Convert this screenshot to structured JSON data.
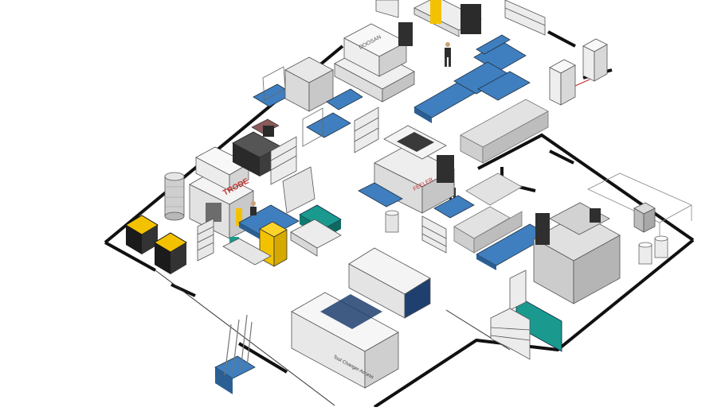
{
  "labels": {
    "machine_top": "DOOSAN",
    "machine_left": "TRODE",
    "machine_center": "FEELER",
    "machine_bottom": "Tool Changer Access"
  },
  "colors": {
    "wall": "#111111",
    "bench_blue": "#3f7fbf",
    "machine_white": "#f2f2f2",
    "machine_grey": "#cfcfcf",
    "machine_dark": "#3a3a3a",
    "accent_yellow": "#f2c200",
    "accent_teal": "#1a9a8f",
    "accent_navy": "#1f3f6f",
    "accent_red": "#c33030"
  }
}
